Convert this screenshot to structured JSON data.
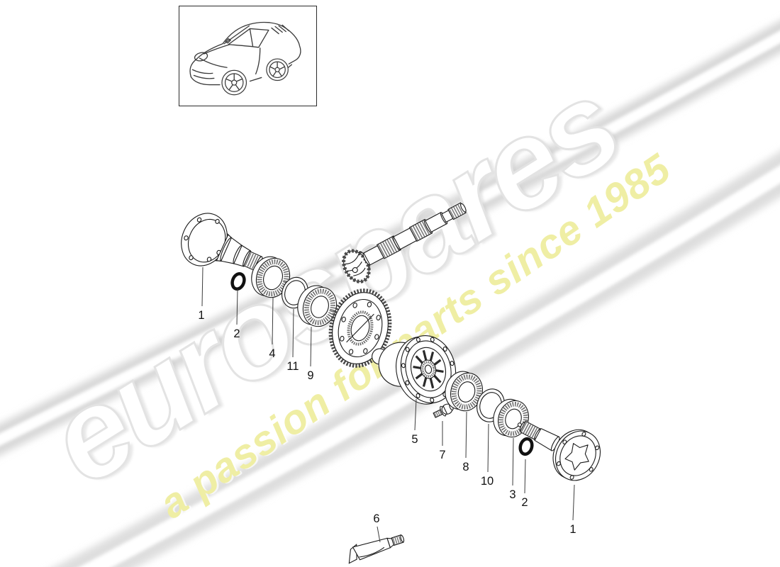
{
  "watermark": {
    "brand": "eurospares",
    "tagline": "a passion for parts since 1985",
    "brand_fill": "#ffffff",
    "brand_outline": "#e3e3e3",
    "tagline_color": "#efeea4"
  },
  "vehicle_box": {
    "icon": "porsche-911-coupe-outline"
  },
  "diagram": {
    "stroke_color": "#1a1a1a",
    "label_color": "#111111",
    "callouts": [
      {
        "id": "flange-left",
        "label": "1"
      },
      {
        "id": "oring-left",
        "label": "2"
      },
      {
        "id": "bearing-inner-left",
        "label": "4"
      },
      {
        "id": "shim-left",
        "label": "11"
      },
      {
        "id": "bearing-outer-left",
        "label": "9"
      },
      {
        "id": "differential-housing",
        "label": "5"
      },
      {
        "id": "bolt",
        "label": "7"
      },
      {
        "id": "bearing-inner-right",
        "label": "8"
      },
      {
        "id": "shim-right",
        "label": "10"
      },
      {
        "id": "bearing-outer-right",
        "label": "3"
      },
      {
        "id": "oring-right",
        "label": "2"
      },
      {
        "id": "flange-right",
        "label": "1"
      },
      {
        "id": "sealant-tube",
        "label": "6"
      }
    ]
  }
}
